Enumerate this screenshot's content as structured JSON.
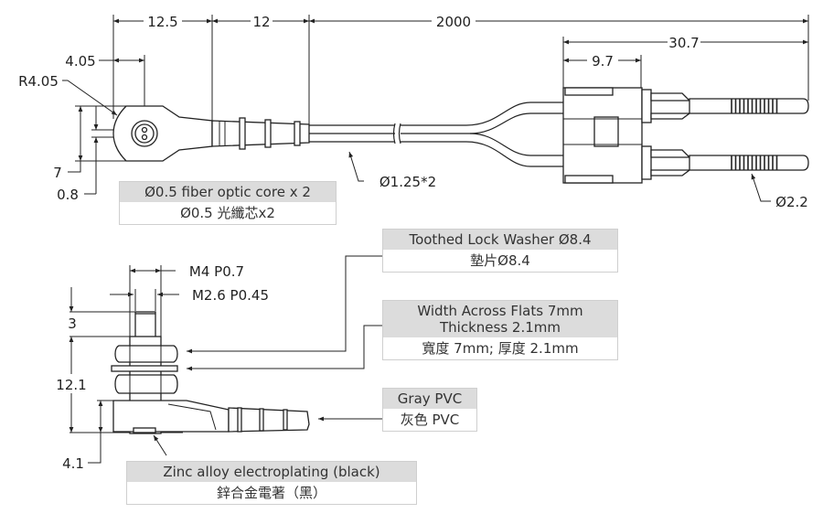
{
  "dimensions": {
    "length_12_5": "12.5",
    "length_12": "12",
    "length_2000": "2000",
    "length_30_7": "30.7",
    "length_9_7": "9.7",
    "offset_4_05": "4.05",
    "radius": "R4.05",
    "height_7": "7",
    "gap_0_8": "0.8",
    "cable_dia": "Ø1.25*2",
    "pin_dia": "Ø2.2",
    "thread_outer": "M4 P0.7",
    "thread_inner": "M2.6 P0.45",
    "tip_3": "3",
    "height_12_1": "12.1",
    "base_4_1": "4.1"
  },
  "labels": {
    "fiber_core": {
      "en": "Ø0.5 fiber optic core x 2",
      "zh": "Ø0.5 光纖芯x2"
    },
    "washer": {
      "en": "Toothed Lock Washer Ø8.4",
      "zh": "墊片Ø8.4"
    },
    "nut": {
      "en1": "Width Across Flats 7mm",
      "en2": "Thickness 2.1mm",
      "zh": "寬度 7mm; 厚度 2.1mm"
    },
    "jacket": {
      "en": "Gray PVC",
      "zh": "灰色 PVC"
    },
    "body": {
      "en": "Zinc alloy electroplating (black)",
      "zh": "鋅合金電著（黑）"
    }
  }
}
